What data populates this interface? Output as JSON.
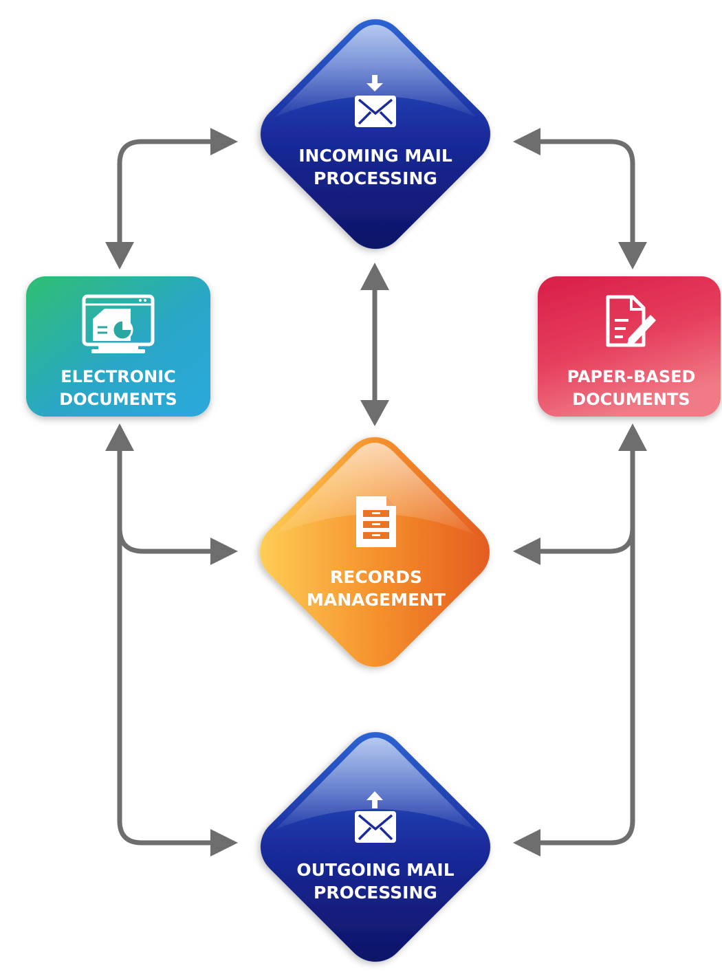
{
  "nodes": {
    "incoming": {
      "line1": "INCOMING MAIL",
      "line2": "PROCESSING",
      "icon": "mail-in-icon",
      "colors": [
        "#2f6ad8",
        "#1a2b9c",
        "#0d1160"
      ]
    },
    "electronic": {
      "line1": "ELECTRONIC",
      "line2": "DOCUMENTS",
      "icon": "monitor-chart-icon",
      "colors": [
        "#2fbf72",
        "#2aa7c6",
        "#2aa8dc"
      ]
    },
    "paper": {
      "line1": "PAPER-BASED",
      "line2": "DOCUMENTS",
      "icon": "document-pen-icon",
      "colors": [
        "#d81e48",
        "#e63e5c",
        "#f07a86"
      ]
    },
    "records": {
      "line1": "RECORDS",
      "line2": "MANAGEMENT",
      "icon": "file-cabinet-icon",
      "colors": [
        "#ffd45a",
        "#f5922c",
        "#e3561e"
      ]
    },
    "outgoing": {
      "line1": "OUTGOING MAIL",
      "line2": "PROCESSING",
      "icon": "mail-out-icon",
      "colors": [
        "#2f6ad8",
        "#1a2b9c",
        "#0d1160"
      ]
    }
  },
  "connector_color": "#6e6e6e"
}
